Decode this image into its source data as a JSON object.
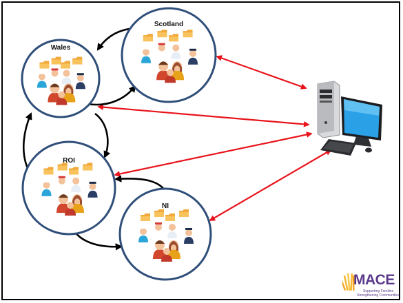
{
  "diagram": {
    "nodes": [
      {
        "id": "wales",
        "label": "Wales"
      },
      {
        "id": "scotland",
        "label": "Scotland"
      },
      {
        "id": "roi",
        "label": "ROI"
      },
      {
        "id": "ni",
        "label": "NI"
      }
    ],
    "edges_black": [
      {
        "from": "scotland",
        "to": "wales"
      },
      {
        "from": "wales",
        "to": "scotland"
      },
      {
        "from": "wales",
        "to": "roi"
      },
      {
        "from": "roi",
        "to": "wales"
      },
      {
        "from": "ni",
        "to": "roi"
      },
      {
        "from": "roi",
        "to": "ni"
      }
    ],
    "edges_red": [
      {
        "node": "scotland",
        "other": "computer"
      },
      {
        "node": "wales",
        "other": "computer"
      },
      {
        "node": "roi",
        "other": "computer"
      },
      {
        "node": "ni",
        "other": "computer"
      }
    ],
    "colors": {
      "circle_stroke": "#2f4e79",
      "red_arrow": "#e8141b",
      "black_arrow": "#000000",
      "folder": "#f2a93b",
      "doctor": "#2aa6d8",
      "nurse": "#d63b3b",
      "police": "#2b3e63",
      "family_male": "#e8a21a",
      "family_female": "#9a4b2e"
    }
  },
  "logo": {
    "name": "MACE",
    "tagline_1": "Supporting Families",
    "tagline_2": "Strengthening Communities"
  }
}
